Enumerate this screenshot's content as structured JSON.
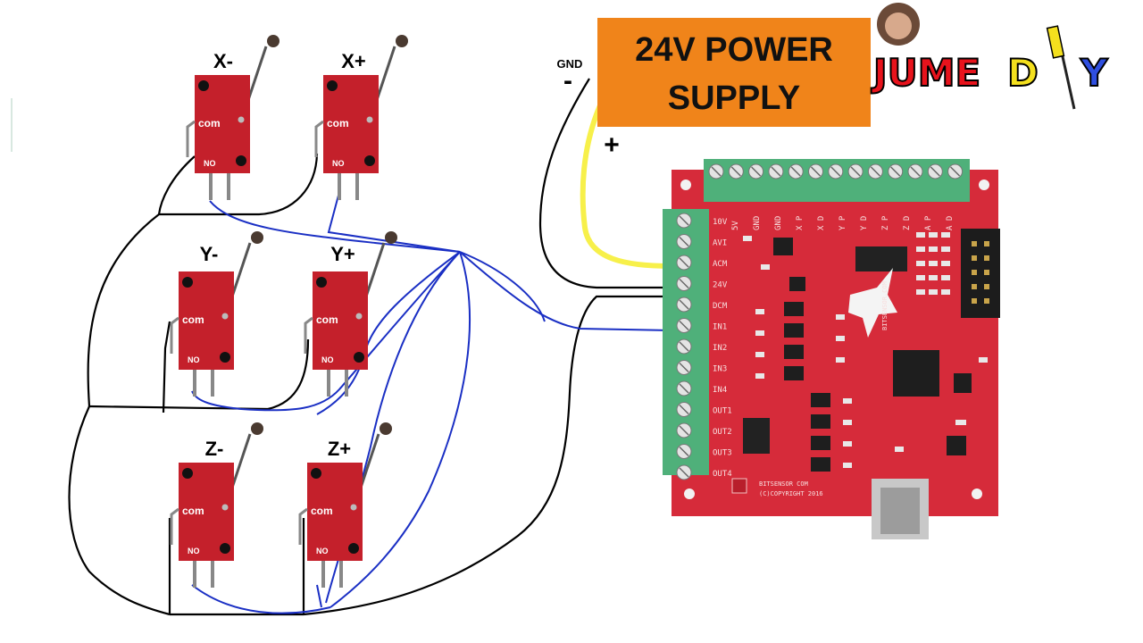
{
  "power_supply": {
    "line1": "24V POWER",
    "line2": "SUPPLY",
    "gnd_label": "GND",
    "minus": "-",
    "plus": "+",
    "color": "#f0841a"
  },
  "switches": [
    {
      "label": "X-",
      "com": "com",
      "no": "NO"
    },
    {
      "label": "X+",
      "com": "com",
      "no": "NO"
    },
    {
      "label": "Y-",
      "com": "com",
      "no": "NO"
    },
    {
      "label": "Y+",
      "com": "com",
      "no": "NO"
    },
    {
      "label": "Z-",
      "com": "com",
      "no": "NO"
    },
    {
      "label": "Z+",
      "com": "com",
      "no": "NO"
    }
  ],
  "board": {
    "left_pins": [
      "10V",
      "AVI",
      "ACM",
      "24V",
      "DCM",
      "IN1",
      "IN2",
      "IN3",
      "IN4",
      "OUT1",
      "OUT2",
      "OUT3",
      "OUT4"
    ],
    "top_pins": [
      "5V",
      "GND",
      "GND",
      "X",
      "P",
      "X",
      "D",
      "Y",
      "P",
      "Y",
      "D",
      "Z",
      "P",
      "Z",
      "D",
      "A",
      "P",
      "A",
      "D"
    ],
    "silk_company": "BITSENSOR COM",
    "silk_copyright": "(C)COPYRIGHT 2016",
    "color": "#d62b3a"
  },
  "brand": {
    "part1": "JUME",
    "part2": "DIY",
    "color1": "#e8131c",
    "color2": "#f4e01e",
    "color3": "#2f4fe0"
  },
  "colors": {
    "switch_body": "#c4202b",
    "wire_black": "#000000",
    "wire_blue": "#1a2fc4",
    "wire_yellow": "#f7f04a",
    "terminal": "#4fb07a"
  }
}
